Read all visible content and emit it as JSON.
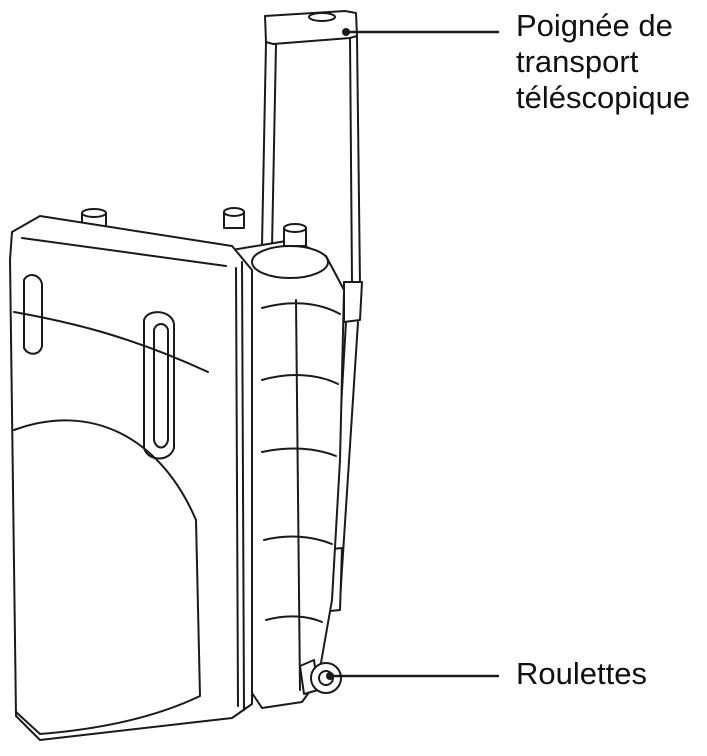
{
  "labels": {
    "handle": [
      "Poignée de",
      "transport",
      "téléscopique"
    ],
    "wheels": "Roulettes"
  },
  "colors": {
    "stroke": "#1a1a1a",
    "fill": "#ffffff"
  }
}
